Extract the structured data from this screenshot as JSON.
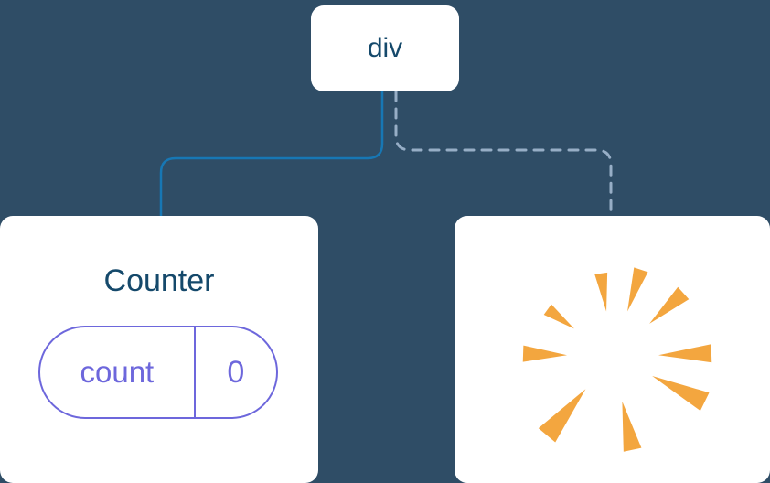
{
  "diagram": {
    "root": {
      "label": "div"
    },
    "counter": {
      "title": "Counter",
      "state_key": "count",
      "state_value": "0"
    },
    "removed": {
      "icon": "starburst-icon"
    },
    "edges": [
      {
        "from": "div",
        "to": "Counter",
        "style": "solid"
      },
      {
        "from": "div",
        "to": "removed-subtree",
        "style": "dashed"
      }
    ]
  },
  "colors": {
    "background": "#2F4D66",
    "card": "#FFFFFF",
    "node_text": "#15496B",
    "title_text": "#15496B",
    "solid_edge": "#1777B4",
    "dashed_edge": "#97AEC6",
    "pill": "#6D67DC",
    "starburst": "#F3A63F"
  }
}
